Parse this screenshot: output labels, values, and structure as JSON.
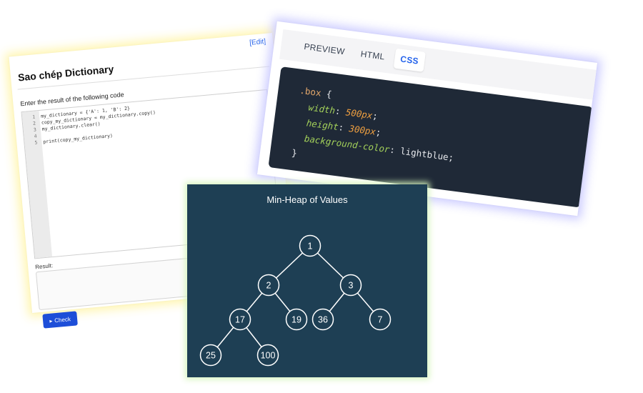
{
  "exercise": {
    "edit_label": "[Edit]",
    "title": "Sao chép Dictionary",
    "instruction": "Enter the result of the following code",
    "code_lines": [
      {
        "n": "1",
        "text": "my_dictionary = {'A': 1, 'B': 2}"
      },
      {
        "n": "2",
        "text": "copy_my_dictionary = my_dictionary.copy()"
      },
      {
        "n": "3",
        "text": "my_dictionary.clear()"
      },
      {
        "n": "4",
        "text": ""
      },
      {
        "n": "5",
        "text": "print(copy_my_dictionary)"
      }
    ],
    "result_label": "Result:",
    "check_label": "Check",
    "check_icon": "play-icon",
    "accent": "#1d4ed8"
  },
  "code_card": {
    "tabs": [
      {
        "label": "PREVIEW",
        "active": false
      },
      {
        "label": "HTML",
        "active": false
      },
      {
        "label": "CSS",
        "active": true
      }
    ],
    "css_lines": [
      [
        {
          "t": ".box",
          "c": "sel"
        },
        {
          "t": " {",
          "c": "plain"
        }
      ],
      [
        {
          "t": "  width",
          "c": "prop"
        },
        {
          "t": ": ",
          "c": "plain"
        },
        {
          "t": "500px",
          "c": "num"
        },
        {
          "t": ";",
          "c": "plain"
        }
      ],
      [
        {
          "t": "  height",
          "c": "prop"
        },
        {
          "t": ": ",
          "c": "plain"
        },
        {
          "t": "300px",
          "c": "num"
        },
        {
          "t": ";",
          "c": "plain"
        }
      ],
      [
        {
          "t": "  background-color",
          "c": "prop"
        },
        {
          "t": ": lightblue;",
          "c": "plain"
        }
      ],
      [
        {
          "t": "}",
          "c": "plain"
        }
      ]
    ]
  },
  "heap": {
    "title": "Min-Heap of Values",
    "nodes": [
      "1",
      "2",
      "3",
      "17",
      "19",
      "36",
      "7",
      "25",
      "100"
    ],
    "edges": [
      [
        0,
        1
      ],
      [
        0,
        2
      ],
      [
        1,
        3
      ],
      [
        1,
        4
      ],
      [
        2,
        5
      ],
      [
        2,
        6
      ],
      [
        3,
        7
      ],
      [
        3,
        8
      ]
    ],
    "background": "#1e3f54",
    "stroke": "#ffffff"
  }
}
